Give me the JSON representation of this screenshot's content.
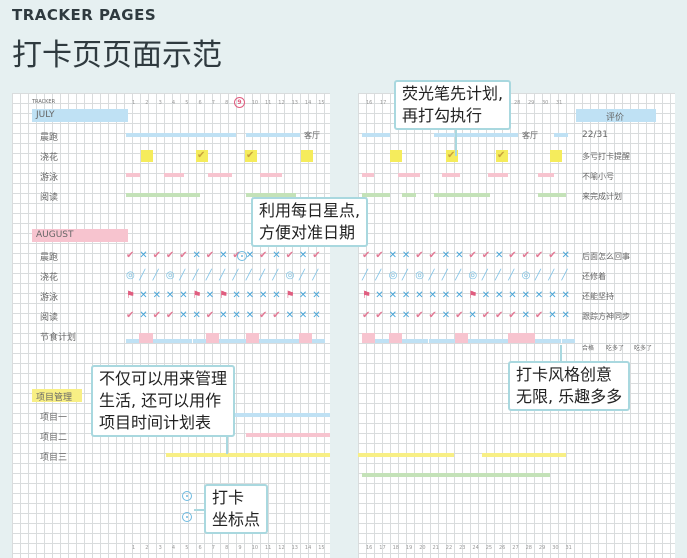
{
  "header": {
    "title_en": "TRACKER PAGES",
    "title_cn": "打卡页页面示范"
  },
  "left": {
    "tracker_label": "TRACKER",
    "day_numbers": [
      "1",
      "2",
      "3",
      "4",
      "5",
      "6",
      "7",
      "8",
      "9",
      "10",
      "11",
      "12",
      "13",
      "14",
      "15"
    ],
    "july": "JULY",
    "july_rows": [
      "晨跑",
      "浇花",
      "游泳",
      "阅读"
    ],
    "note_run": "客厅",
    "august": "AUGUST",
    "august_rows": [
      "晨跑",
      "浇花",
      "游泳",
      "阅读",
      "节食计划"
    ],
    "project": "项目管理",
    "projects": [
      "项目一",
      "项目二",
      "项目三"
    ]
  },
  "right": {
    "day_numbers_top": [
      "16",
      "17",
      "28",
      "29",
      "30",
      "31"
    ],
    "day_numbers_bottom": [
      "16",
      "17",
      "18",
      "19",
      "20",
      "21",
      "22",
      "23",
      "24",
      "25",
      "26",
      "27",
      "28",
      "29",
      "30",
      "31"
    ],
    "review": "评价",
    "note_run": "客厅",
    "july_reviews": [
      "22/31",
      "多亏打卡提醒",
      "不喻小号",
      "来完成计划"
    ],
    "august_reviews": [
      "后面怎么回事",
      "还修着",
      "还能坚持",
      "跟踪方神同步"
    ],
    "diet_notes": [
      "合格",
      "吃多了",
      "吃多了"
    ]
  },
  "callouts": {
    "highlighter": [
      "荧光笔先计划,",
      "再打勾执行"
    ],
    "daily_dot": [
      "利用每日星点,",
      "方便对准日期"
    ],
    "project_use": [
      "不仅可以用来管理",
      "生活, 还可以用作",
      "项目时间计划表"
    ],
    "creative": [
      "打卡风格创意",
      "无限, 乐趣多多"
    ],
    "coord": [
      "打卡",
      "坐标点"
    ]
  },
  "highlighted_day": "9",
  "colors": {
    "blue": "#bfe1f4",
    "pink": "#f7c4cf",
    "yellow": "#f8ef85",
    "green": "#c4e2b8",
    "callout_border": "#a9d8df"
  }
}
